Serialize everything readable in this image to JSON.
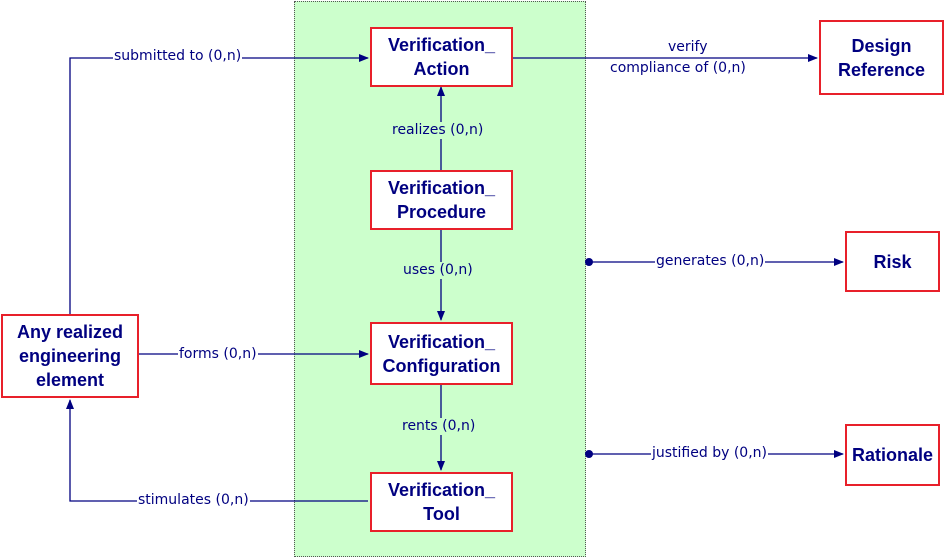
{
  "nodes": {
    "verification_action": [
      "Verification_",
      "Action"
    ],
    "verification_procedure": [
      "Verification_",
      "Procedure"
    ],
    "verification_configuration": [
      "Verification_",
      "Configuration"
    ],
    "verification_tool": [
      "Verification_",
      "Tool"
    ],
    "any_realized": [
      "Any realized",
      "engineering",
      "element"
    ],
    "design_reference": [
      "Design",
      "Reference"
    ],
    "risk": [
      "Risk"
    ],
    "rationale": [
      "Rationale"
    ]
  },
  "edges": {
    "submitted_to": "submitted to (0,n)",
    "verify_compliance": [
      "verify",
      "compliance of (0,n)"
    ],
    "realizes": "realizes (0,n)",
    "uses": "uses (0,n)",
    "forms": "forms (0,n)",
    "rents": "rents (0,n)",
    "stimulates": "stimulates (0,n)",
    "generates": "generates (0,n)",
    "justified_by": "justified by (0,n)"
  },
  "colors": {
    "line": "#000080",
    "box_border": "#e8202a",
    "text": "#000080",
    "region_fill": "#ccffcc"
  }
}
